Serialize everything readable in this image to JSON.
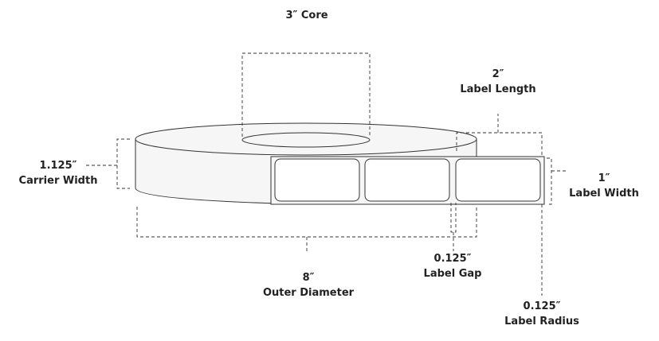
{
  "dimensions": {
    "core": {
      "value": "3″",
      "label": "Core"
    },
    "label_length": {
      "value": "2″",
      "label": "Label Length"
    },
    "carrier_width": {
      "value": "1.125″",
      "label": "Carrier Width"
    },
    "label_width": {
      "value": "1″",
      "label": "Label Width"
    },
    "outer_diameter": {
      "value": "8″",
      "label": "Outer Diameter"
    },
    "label_gap": {
      "value": "0.125″",
      "label": "Label Gap"
    },
    "label_radius": {
      "value": "0.125″",
      "label": "Label Radius"
    }
  },
  "colors": {
    "roll_fill": "#f7f7f7",
    "line": "#333333"
  }
}
